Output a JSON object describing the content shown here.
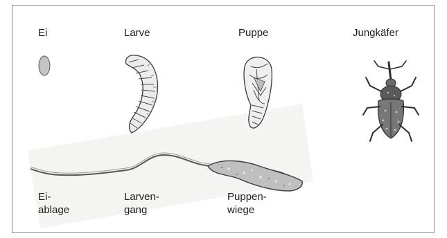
{
  "stages": {
    "egg": "Ei",
    "larva": "Larve",
    "pupa": "Puppe",
    "beetle": "Jungkäfer"
  },
  "tunnel": {
    "egg_laying": [
      "Ei-",
      "ablage"
    ],
    "larval_gallery": [
      "Larven-",
      "gang"
    ],
    "pupal_chamber": [
      "Puppen-",
      "wiege"
    ]
  },
  "colors": {
    "frame": "#8a8a8a",
    "text": "#1e1e1e",
    "egg_fill": "#c4c4c4",
    "ink": "#3a3a3a",
    "scan_bg": "#f3f3f1"
  }
}
